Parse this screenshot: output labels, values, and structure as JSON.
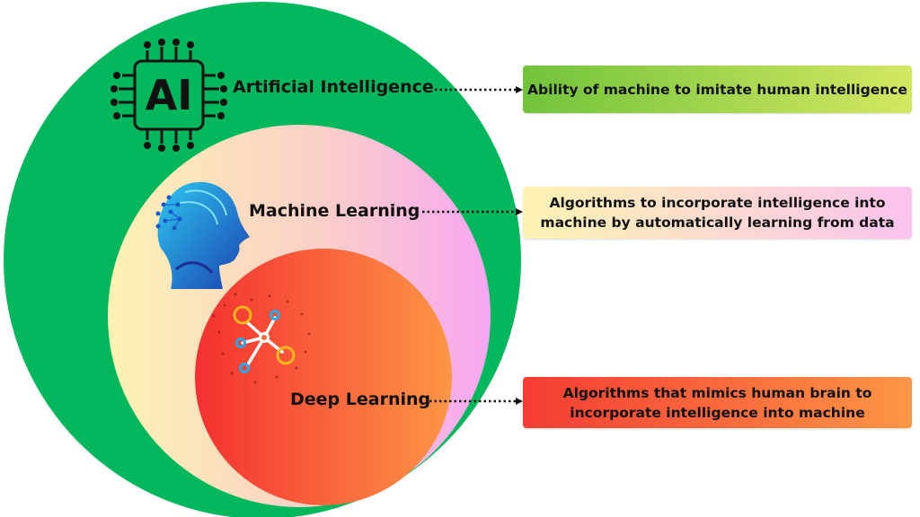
{
  "title": "AI vs Machine Learning vs Deep Learning",
  "layers": [
    {
      "name": "Artificial Intelligence",
      "description": "Ability of machine to imitate human intelligence",
      "icon": "ai-chip-icon",
      "circle_color": "#03b75c",
      "box_gradient": [
        "#72c33c",
        "#d4e761"
      ]
    },
    {
      "name": "Machine Learning",
      "description": "Algorithms to incorporate intelligence into\nmachine by automatically learning from data",
      "icon": "ai-head-icon",
      "circle_gradient": [
        "#fdf2b3",
        "#f8a8f2"
      ],
      "box_gradient": [
        "#fdf3b2",
        "#fbc3ee"
      ]
    },
    {
      "name": "Deep Learning",
      "description": "Algorithms that mimics human brain to\nincorporate intelligence into machine",
      "icon": "neural-network-icon",
      "circle_gradient": [
        "#f53030",
        "#fd9646"
      ],
      "box_gradient": [
        "#f43c33",
        "#fd9646"
      ]
    }
  ],
  "chip_text": "AI"
}
